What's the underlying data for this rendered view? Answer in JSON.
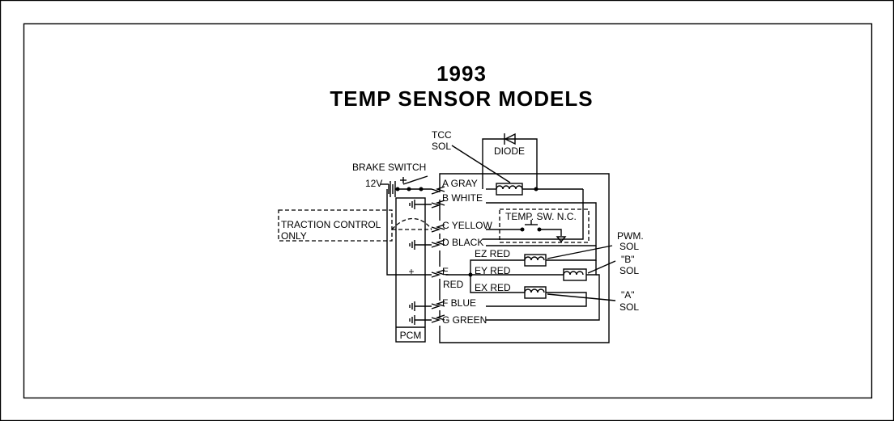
{
  "title": {
    "year": "1993",
    "subtitle": "TEMP SENSOR MODELS"
  },
  "labels": {
    "tcc": "TCC",
    "tcc_sol": "SOL",
    "diode": "DIODE",
    "brake_switch": "BRAKE SWITCH",
    "v12": "12V",
    "traction_1": "TRACTION CONTROL",
    "traction_2": "ONLY",
    "temp_sw": "TEMP. SW. N.C.",
    "pwm": "PWM.",
    "pwm_sol": "SOL",
    "b": "\"B\"",
    "b_sol": "SOL",
    "a": "\"A\"",
    "a_sol": "SOL",
    "pcm": "PCM",
    "plus": "+",
    "ez_red": "EZ RED",
    "ey_red": "EY RED",
    "ex_red": "EX RED"
  },
  "pins": [
    {
      "id": "a",
      "label": "A GRAY"
    },
    {
      "id": "b",
      "label": "B WHITE"
    },
    {
      "id": "c",
      "label": "C YELLOW"
    },
    {
      "id": "d",
      "label": "D BLACK"
    },
    {
      "id": "e",
      "label": "E"
    },
    {
      "id": "e2",
      "label": "RED"
    },
    {
      "id": "f",
      "label": "F BLUE"
    },
    {
      "id": "g",
      "label": "G GREEN"
    }
  ]
}
